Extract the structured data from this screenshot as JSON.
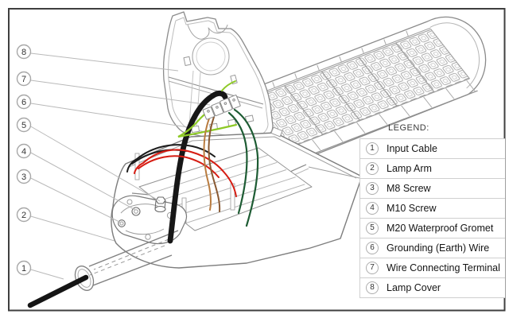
{
  "legend": {
    "heading": "LEGEND:",
    "items": [
      {
        "num": "1",
        "label": "Input Cable"
      },
      {
        "num": "2",
        "label": "Lamp Arm"
      },
      {
        "num": "3",
        "label": "M8 Screw"
      },
      {
        "num": "4",
        "label": "M10 Screw"
      },
      {
        "num": "5",
        "label": "M20 Waterproof Gromet"
      },
      {
        "num": "6",
        "label": "Grounding (Earth) Wire"
      },
      {
        "num": "7",
        "label": "Wire Connecting Terminal"
      },
      {
        "num": "8",
        "label": "Lamp Cover"
      }
    ]
  },
  "callouts": [
    "8",
    "7",
    "6",
    "5",
    "4",
    "3",
    "2",
    "1"
  ],
  "colors": {
    "line_art": "#8f8f8f",
    "border": "#3f3f3f",
    "cable_black": "#171717",
    "wire_red": "#d61c12",
    "wire_ground_green": "#8dc926",
    "wire_dark_green": "#1e5c34",
    "wire_brown": "#8a5a33",
    "wire_orange_brown": "#b97c40",
    "legend_divider": "#cfcfcf"
  }
}
